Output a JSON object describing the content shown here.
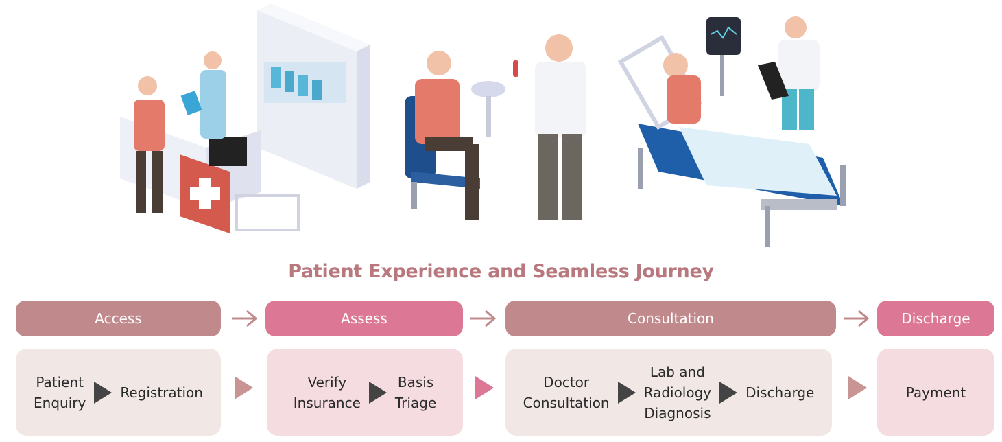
{
  "title": "Patient Experience and Seamless Journey",
  "colors": {
    "title": "#b8787e",
    "stage_muted": "#c0898c",
    "stage_pink": "#dc7896",
    "box_muted": "#f1e8e6",
    "box_pink": "#f5dce1",
    "arrow": "#c0898c",
    "triangle_dark": "#444444"
  },
  "stages": [
    {
      "label": "Access",
      "steps": [
        [
          "Patient",
          "Enquiry"
        ],
        [
          "Registration"
        ]
      ]
    },
    {
      "label": "Assess",
      "steps": [
        [
          "Verify",
          "Insurance"
        ],
        [
          "Basis",
          "Triage"
        ]
      ]
    },
    {
      "label": "Consultation",
      "steps": [
        [
          "Doctor",
          "Consultation"
        ],
        [
          "Lab and",
          "Radiology",
          "Diagnosis"
        ],
        [
          "Discharge"
        ]
      ]
    },
    {
      "label": "Discharge",
      "steps": [
        [
          "Payment"
        ]
      ]
    }
  ],
  "illustrations": [
    "reception-desk-scene",
    "blood-test-scene",
    "hospital-bed-scene"
  ]
}
